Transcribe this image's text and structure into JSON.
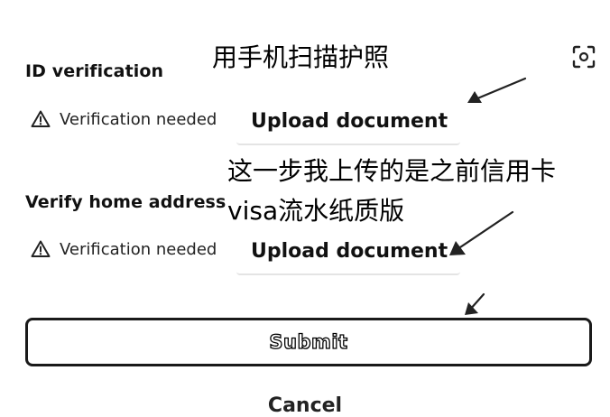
{
  "id_section": {
    "title": "ID verification",
    "status": "Verification needed",
    "upload_label": "Upload document"
  },
  "address_section": {
    "title": "Verify home address",
    "status": "Verification needed",
    "upload_label": "Upload document"
  },
  "annotations": {
    "scan_note": "用手机扫描护照",
    "upload_note_line1": "这一步我上传的是之前信用卡",
    "upload_note_line2": "visa流水纸质版"
  },
  "actions": {
    "submit_label": "Submit",
    "cancel_label": "Cancel"
  },
  "icons": {
    "scan": "scan-icon",
    "warning": "warning-triangle-icon"
  }
}
